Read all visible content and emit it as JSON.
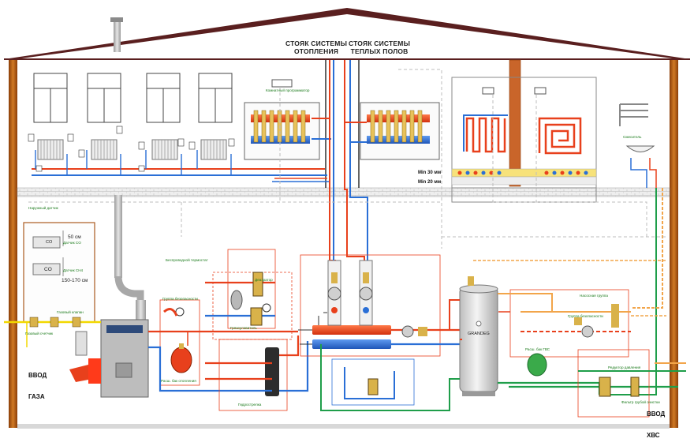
{
  "risers": {
    "heating": "СТОЯК СИСТЕМЫ\nОТОПЛЕНИЯ",
    "floor": "СТОЯК СИСТЕМЫ\nТЕПЛЫХ ПОЛОВ",
    "heating_line1": "СТОЯК СИСТЕМЫ",
    "heating_line2": "ОТОПЛЕНИЯ",
    "floor_line1": "СТОЯК СИСТЕМЫ",
    "floor_line2": "ТЕПЛЫХ ПОЛОВ"
  },
  "entries": {
    "gas_line1": "ВВОД",
    "gas_line2": "ГАЗА",
    "water_line1": "ВВОД",
    "water_line2": "ХВС"
  },
  "floor_heating": {
    "min30": "Min 30 мм",
    "min20": "Min 20 мм"
  },
  "boiler_room": {
    "dist_50": "50 см",
    "co": "CO",
    "dist_150": "150-170 см",
    "co_small": "CO",
    "brand": "GRANDEG"
  },
  "small_labels": {
    "outdoor_sensor": "Наружный датчик",
    "thermostat": "Комнатный программатор",
    "wireless_thermostat": "Беспроводной термостат",
    "gas_valve": "Газовый клапан",
    "boiler_group": "Группа безопасности",
    "expansion_tank": "Расш. бак отопления",
    "deaerator": "Деаэратор",
    "dirt_separator": "Грязеуловитель",
    "hydro_arrow": "Гидрострелка",
    "safety_group": "Группа безопасности",
    "dhw_tank": "Расш. бак ГВС",
    "reducer": "Редуктор давления",
    "filter": "Фильтр грубой очистки",
    "pump_group": "Насосная группа",
    "gas_meter": "Газовый счетчик",
    "co_sensor": "Датчик CO",
    "ch4_sensor": "Датчик CH4",
    "mixer": "Смеситель"
  },
  "colors": {
    "hot": "#e8401c",
    "cold": "#2a6fd6",
    "green": "#1f9e4a",
    "orange": "#f2a54a",
    "roof": "#5a1f1f",
    "wall": "#b45a10"
  }
}
